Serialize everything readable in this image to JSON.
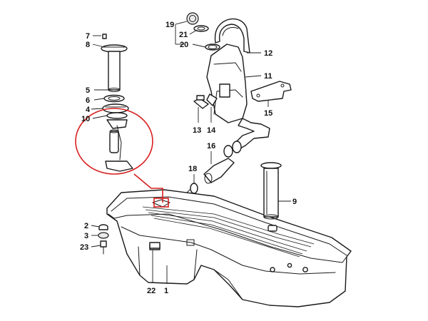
{
  "colors": {
    "line": "#1a1a1a",
    "highlight": "#d81e1e",
    "background": "#ffffff"
  },
  "callouts": {
    "c1": "1",
    "c2": "2",
    "c3": "3",
    "c4": "4",
    "c5": "5",
    "c6": "6",
    "c7": "7",
    "c8": "8",
    "c9": "9",
    "c10": "10",
    "c11": "11",
    "c12": "12",
    "c13": "13",
    "c14": "14",
    "c15": "15",
    "c16": "16",
    "c18": "18",
    "c19": "19",
    "c20": "20",
    "c21": "21",
    "c22": "22",
    "c23": "23"
  }
}
